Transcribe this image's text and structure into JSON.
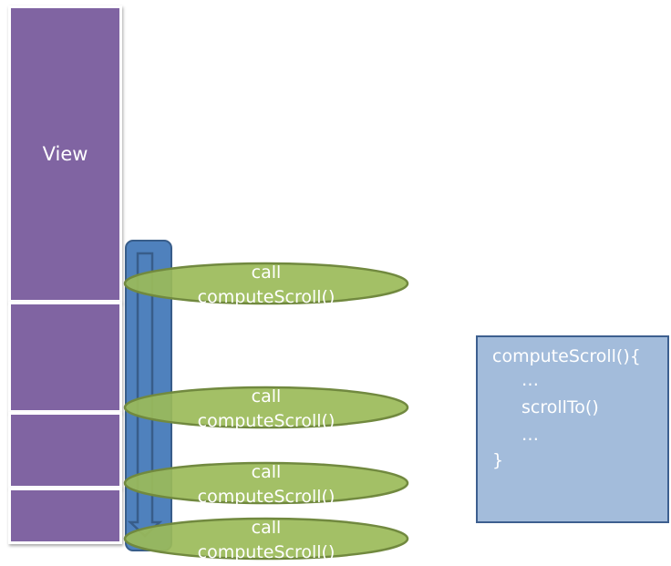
{
  "view": {
    "label": "View",
    "segment_count": 4
  },
  "calls": [
    {
      "line1": "call",
      "line2": "computeScroll()"
    },
    {
      "line1": "call",
      "line2": "computeScroll()"
    },
    {
      "line1": "call",
      "line2": "computeScroll()"
    },
    {
      "line1": "call",
      "line2": "computeScroll()"
    }
  ],
  "code_box": {
    "lines": [
      "computeScroll(){",
      "…",
      "scrollTo()",
      "…",
      "}"
    ]
  },
  "colors": {
    "view_fill": "#8064a2",
    "scroll_bar_fill": "#4f81bd",
    "scroll_bar_stroke": "#385d8a",
    "ellipse_fill": "#9bbb59",
    "ellipse_stroke": "#71893f",
    "code_fill": "#a3bcdb",
    "code_stroke": "#3d5f8f"
  }
}
